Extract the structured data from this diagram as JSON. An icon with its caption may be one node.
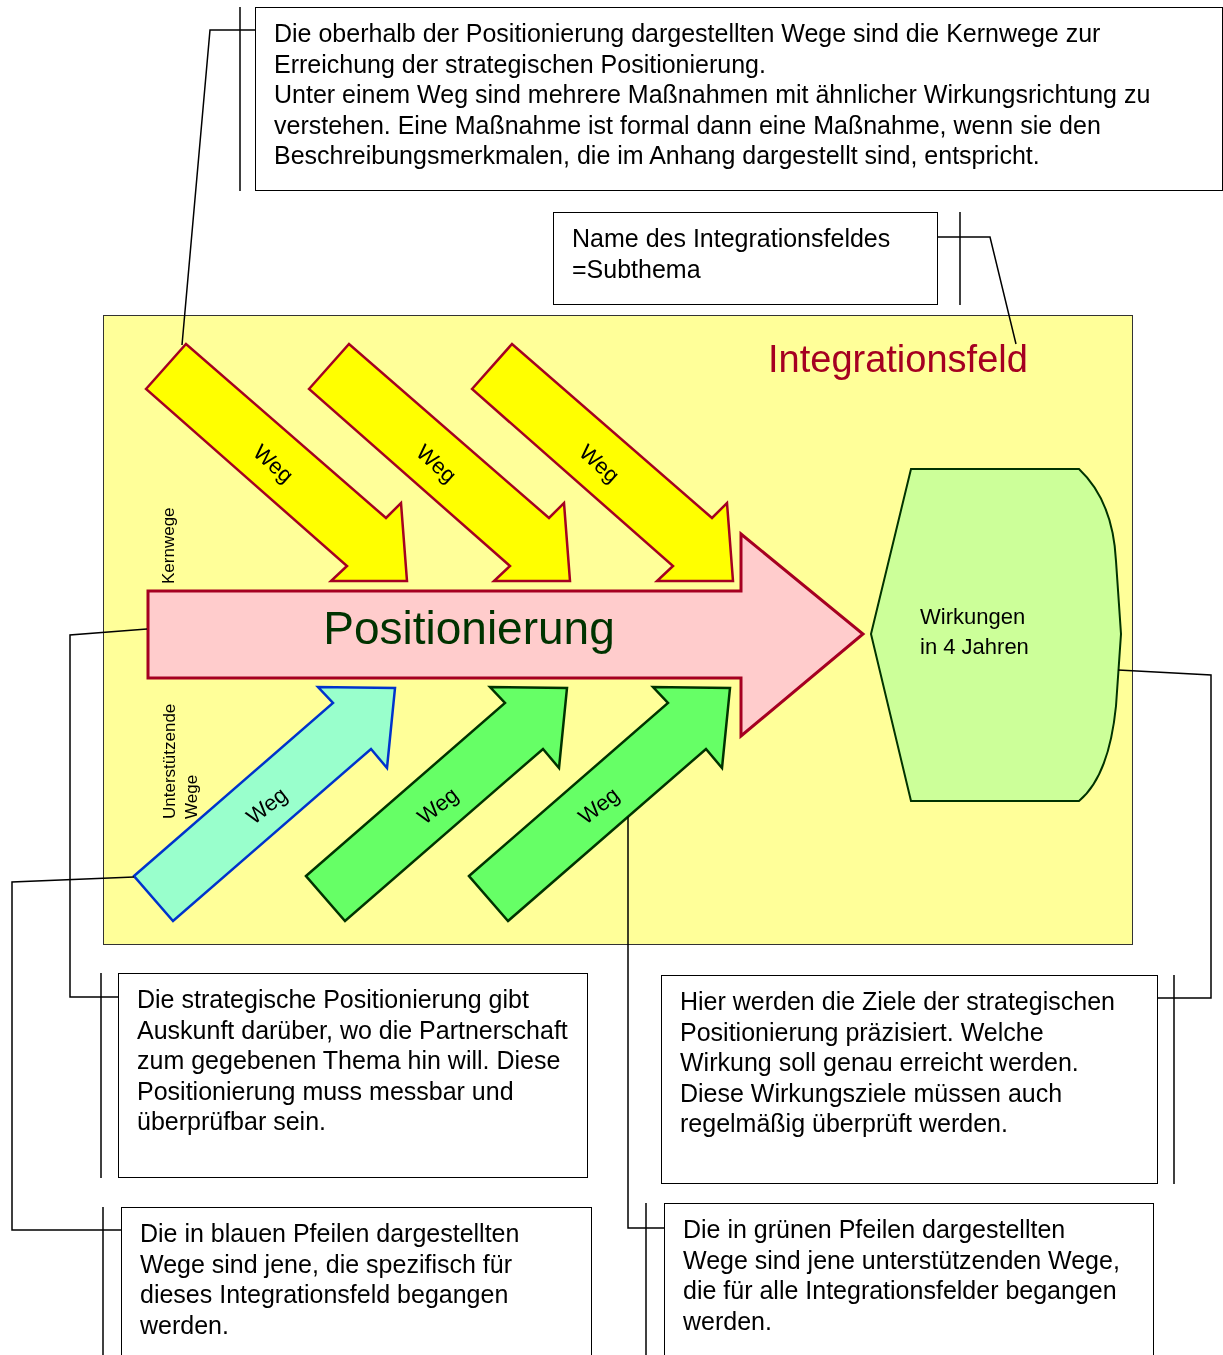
{
  "diagram": {
    "nodes": [
      {
        "text": [
          "Integrationsfeld"
        ]
      },
      {
        "text": [
          "Weg"
        ],
        "in": 0
      },
      {
        "text": [
          "Weg"
        ],
        "in": 0
      },
      {
        "text": [
          "Weg"
        ],
        "in": 0
      },
      {
        "text": [
          "Positionierung"
        ],
        "in": 0
      },
      {
        "text": [
          "Wirkungen in 4 Jahren"
        ],
        "in": 0
      },
      {
        "text": [
          "Weg"
        ],
        "in": 0
      },
      {
        "text": [
          "Weg"
        ],
        "in": 0
      },
      {
        "text": [
          "Weg"
        ],
        "in": 0
      },
      {
        "text": [
          "Die oberhalb der Positionierung dargestellten Wege sind die Kernwege zur Erreichung der strategischen Positionierung.",
          "Unter einem Weg sind mehrere Maßnahmen mit ähnlicher Wirkungsrichtung zu verstehen. Eine Maßnahme ist formal dann eine Maßnahme, wenn sie den Beschreibungsmerkmalen, die im Anhang dargestellt sind, entspricht."
        ]
      },
      {
        "text": [
          "Name des Integrationsfeldes =Subthema"
        ]
      },
      {
        "text": [
          "Die strategische Positionierung gibt Auskunft darüber, wo die Partnerschaft zum gegebenen Thema hin will. Diese Positionierung muss messbar und überprüfbar sein."
        ]
      },
      {
        "text": [
          "Hier werden die Ziele der strategischen Positionierung präzisiert. Welche Wirkung soll genau erreicht werden. Diese Wirkungsziele müssen auch regelmäßig überprüft werden."
        ]
      },
      {
        "text": [
          "Die in blauen Pfeilen dargestellten Wege sind jene, die spezifisch für dieses Integrationsfeld begangen werden."
        ]
      },
      {
        "text": [
          "Die in grünen Pfeilen dargestellten Wege sind jene unterstützenden Wege, die für alle Integrationsfelder begangen werden."
        ]
      }
    ],
    "edges": [
      {
        "from": 9,
        "to": 1,
        "arrow": "none"
      },
      {
        "from": 10,
        "to": 0,
        "arrow": "none"
      },
      {
        "from": 11,
        "to": 4,
        "arrow": "none"
      },
      {
        "from": 12,
        "to": 5,
        "arrow": "none"
      },
      {
        "from": 13,
        "to": 6,
        "arrow": "none"
      },
      {
        "from": 14,
        "to": 8,
        "arrow": "none"
      }
    ],
    "labels": [
      "Kernwege",
      "Unterstützende Wege"
    ]
  }
}
